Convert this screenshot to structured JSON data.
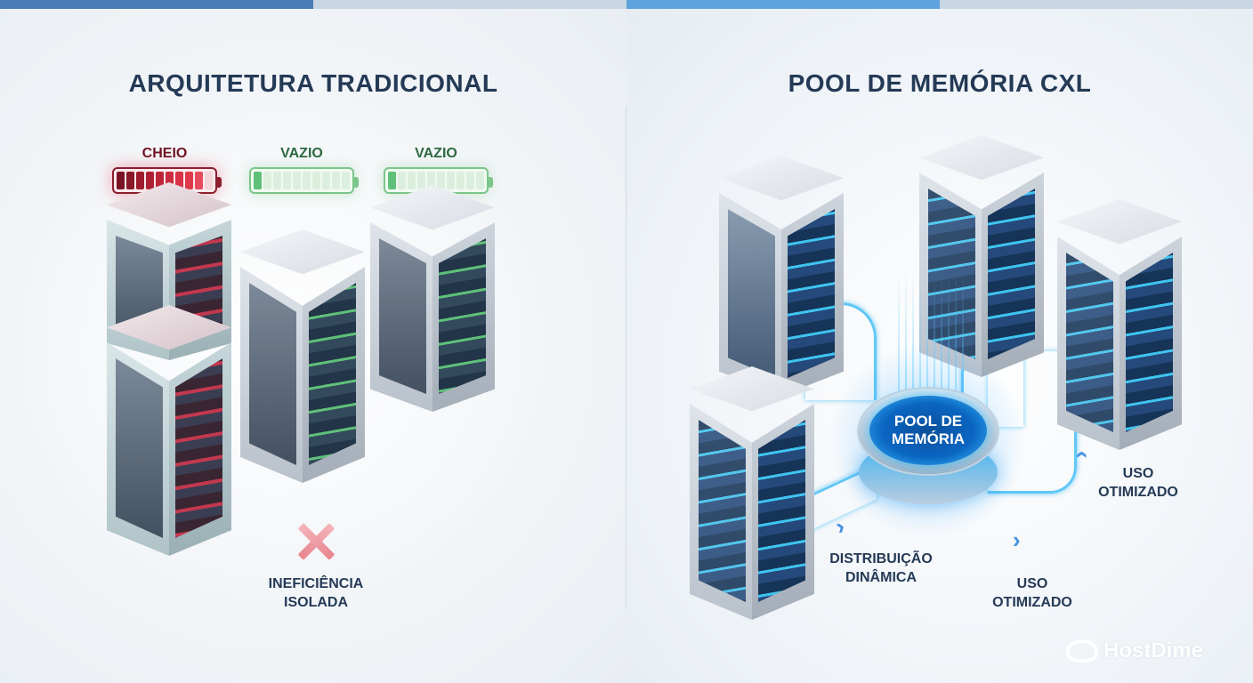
{
  "colors": {
    "top_bar": [
      "#4a7cb5",
      "#c9d6e3",
      "#5ea3dd",
      "#c9d6e3"
    ],
    "title": "#243a56",
    "full_red": "#c2384f",
    "empty_green": "#5fc07a",
    "cxl_blue": "#3fc4f0"
  },
  "left_panel": {
    "title": "ARQUITETURA TRADICIONAL",
    "batteries": [
      {
        "label": "CHEIO",
        "filled_cells": 9,
        "total_cells": 10,
        "state": "full",
        "color": "red"
      },
      {
        "label": "VAZIO",
        "filled_cells": 1,
        "total_cells": 10,
        "state": "empty",
        "color": "green"
      },
      {
        "label": "VAZIO",
        "filled_cells": 1,
        "total_cells": 10,
        "state": "empty",
        "color": "green"
      }
    ],
    "servers": [
      "red-back",
      "red-front",
      "green-middle",
      "green-right"
    ],
    "status_icon": "x-mark-icon",
    "caption_line1": "INEFICIÊNCIA",
    "caption_line2": "ISOLADA"
  },
  "right_panel": {
    "title": "POOL DE MEMÓRIA CXL",
    "pool_label_line1": "POOL DE",
    "pool_label_line2": "MEMÓRIA",
    "servers": [
      "blue-back-left",
      "blue-back-center",
      "blue-right",
      "blue-front-left"
    ],
    "captions": {
      "distribution_line1": "DISTRIBUIÇÃO",
      "distribution_line2": "DINÂMICA",
      "usage_bottom_line1": "USO",
      "usage_bottom_line2": "OTIMIZADO",
      "usage_right_line1": "USO",
      "usage_right_line2": "OTIMIZADO"
    }
  },
  "brand": {
    "logo_text": "HostDime"
  }
}
